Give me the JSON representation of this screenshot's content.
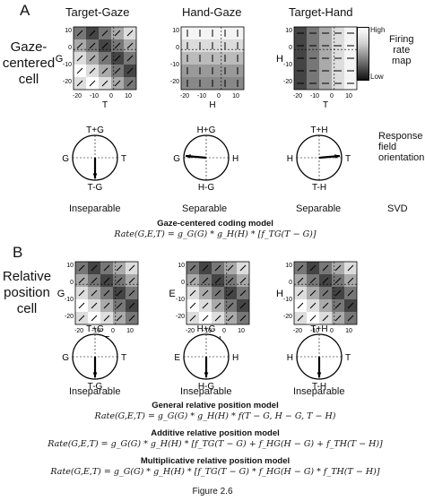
{
  "figure_caption": "Figure 2.6",
  "panels": [
    {
      "letter": "A",
      "row_title": "Gaze-\ncentered\ncell",
      "model_title": "Gaze-centered coding model",
      "models": [
        {
          "title": "Gaze-centered coding model",
          "equation": "Rate(G,E,T) = g_G(G) * g_H(H) * [f_TG(T − G)]"
        }
      ],
      "columns": [
        {
          "title": "Target-Gaze",
          "x_axis": "T",
          "y_axis": "G",
          "ticks_x": [
            "-20",
            "-10",
            "0",
            "10"
          ],
          "ticks_y": [
            "10",
            "0",
            "-10",
            "-20"
          ],
          "circle": {
            "top": "T+G",
            "bottom": "T-G",
            "left": "G",
            "right": "T"
          },
          "separability": "Inseparable"
        },
        {
          "title": "Hand-Gaze",
          "x_axis": "H",
          "y_axis": "",
          "ticks_x": [
            "-20",
            "-10",
            "0",
            "10"
          ],
          "ticks_y": [
            "10",
            "0",
            "-10",
            "-20"
          ],
          "circle": {
            "top": "H+G",
            "bottom": "H-G",
            "left": "G",
            "right": "H"
          },
          "separability": "Separable"
        },
        {
          "title": "Target-Hand",
          "x_axis": "T",
          "y_axis": "H",
          "ticks_x": [
            "-20",
            "-10",
            "0",
            "10"
          ],
          "ticks_y": [
            "10",
            "0",
            "-10",
            "-20"
          ],
          "circle": {
            "top": "T+H",
            "bottom": "T-H",
            "left": "H",
            "right": "T"
          },
          "separability": "Separable"
        }
      ],
      "colorbar": {
        "high": "High",
        "low": "Low",
        "label": "Firing\nrate\nmap"
      },
      "response_label": "Response\nfield\norientation",
      "svd_label": "SVD"
    },
    {
      "letter": "B",
      "row_title": "Relative\nposition\ncell",
      "columns": [
        {
          "title": "",
          "x_axis": "T",
          "y_axis": "G",
          "ticks_x": [
            "-20",
            "-10",
            "0",
            "10"
          ],
          "ticks_y": [
            "10",
            "0",
            "-10",
            "-20"
          ],
          "circle": {
            "top": "T+G",
            "bottom": "T-G",
            "left": "G",
            "right": "T"
          },
          "separability": "Inseparable"
        },
        {
          "title": "",
          "x_axis": "H",
          "y_axis": "E",
          "ticks_x": [
            "-20",
            "-10",
            "0",
            "10"
          ],
          "ticks_y": [
            "10",
            "0",
            "-10",
            "-20"
          ],
          "circle": {
            "top": "H+G",
            "bottom": "H-G",
            "left": "E",
            "right": "H"
          },
          "separability": "Inseparable"
        },
        {
          "title": "",
          "x_axis": "T",
          "y_axis": "H",
          "ticks_x": [
            "-20",
            "-10",
            "0",
            "10"
          ],
          "ticks_y": [
            "10",
            "0",
            "-10",
            "-20"
          ],
          "circle": {
            "top": "T+H",
            "bottom": "T-H",
            "left": "H",
            "right": "T"
          },
          "separability": "Inseparable"
        }
      ],
      "models": [
        {
          "title": "General relative position model",
          "equation": "Rate(G,E,T) = g_G(G) * g_H(H) * f(T − G, H − G, T − H)"
        },
        {
          "title": "Additive relative position model",
          "equation": "Rate(G,E,T) = g_G(G) * g_H(H) * [f_TG(T − G) + f_HG(H − G) + f_TH(T − H)]"
        },
        {
          "title": "Multiplicative relative position model",
          "equation": "Rate(G,E,T) = g_G(G) * g_H(H) * [f_TG(T − G) * f_HG(H − G) * f_TH(T − H)]"
        }
      ]
    }
  ]
}
